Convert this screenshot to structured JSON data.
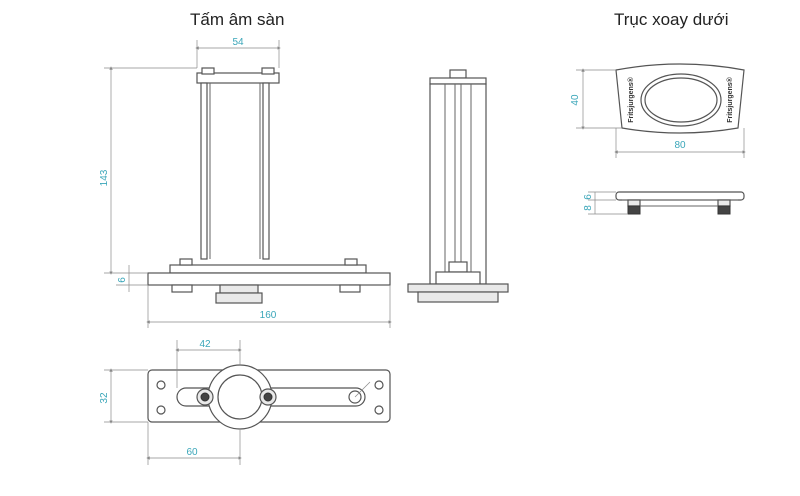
{
  "titles": {
    "left": "Tấm âm sàn",
    "right": "Trục xoay dưới"
  },
  "dimensions": {
    "front_width_top": "54",
    "front_height": "143",
    "front_base_height": "6",
    "front_base_width": "160",
    "plan_width": "42",
    "plan_height": "32",
    "plan_offset": "60",
    "pivot_height": "40",
    "pivot_width": "80",
    "pivot_side_a": "8",
    "pivot_side_b": "6"
  },
  "brand_text": "Fritsjurgens®",
  "colors": {
    "dimension": "#3aa6b9",
    "outline": "#555555"
  }
}
